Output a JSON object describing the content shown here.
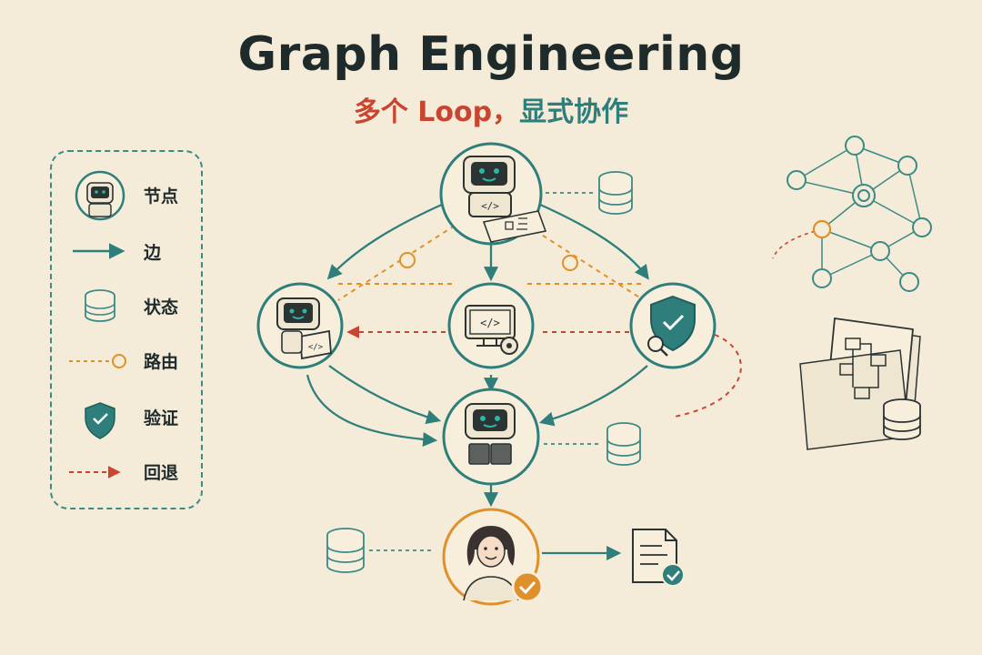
{
  "title": "Graph Engineering",
  "subtitle": {
    "part1": "多个 Loop，",
    "part2": "显式协作"
  },
  "legend": [
    {
      "key": "node",
      "label": "节点"
    },
    {
      "key": "edge",
      "label": "边"
    },
    {
      "key": "state",
      "label": "状态"
    },
    {
      "key": "route",
      "label": "路由"
    },
    {
      "key": "verify",
      "label": "验证"
    },
    {
      "key": "fallback",
      "label": "回退"
    }
  ],
  "colors": {
    "teal": "#2e7f7c",
    "orange": "#e0902a",
    "red": "#c9452f",
    "ink": "#2b3333",
    "paper": "#f4ecd9"
  },
  "graph": {
    "nodes": [
      {
        "id": "planner",
        "kind": "robot",
        "glyph": "</>"
      },
      {
        "id": "coder",
        "kind": "robot",
        "glyph": "</>"
      },
      {
        "id": "executor",
        "kind": "monitor",
        "glyph": "</>"
      },
      {
        "id": "verifier",
        "kind": "shield",
        "glyph": "check"
      },
      {
        "id": "integrator",
        "kind": "robot",
        "glyph": "puzzle"
      },
      {
        "id": "human",
        "kind": "person",
        "glyph": "check"
      }
    ],
    "output": "document-check-icon"
  }
}
